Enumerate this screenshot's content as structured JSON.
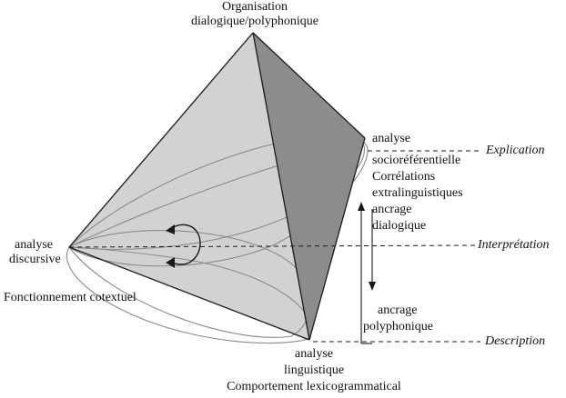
{
  "top_vertex": {
    "line1": "Organisation",
    "line2": "dialogique/polyphonique"
  },
  "left_vertex": {
    "line1": "analyse",
    "line2": "discursive",
    "caption": "Fonctionnement cotextuel"
  },
  "right_vertex": {
    "line1": "analyse",
    "line2": "socioréférentielle",
    "line3": "Corrélations",
    "line4": "extralinguistiques",
    "line5": "ancrage",
    "line6": "dialogique"
  },
  "bottom_vertex": {
    "line1": "analyse",
    "line2": "linguistique",
    "line3": "Comportement lexicogrammatical"
  },
  "arrow_label": {
    "line1": "ancrage",
    "line2": "polyphonique"
  },
  "levels": {
    "explication": "Explication",
    "interpretation": "Interprétation",
    "description": "Description"
  },
  "colors": {
    "light_face": "#d2d2d2",
    "dark_face": "#8c8c8c",
    "edge": "#1a1a1a",
    "ellipse": "#8a8a8a"
  }
}
